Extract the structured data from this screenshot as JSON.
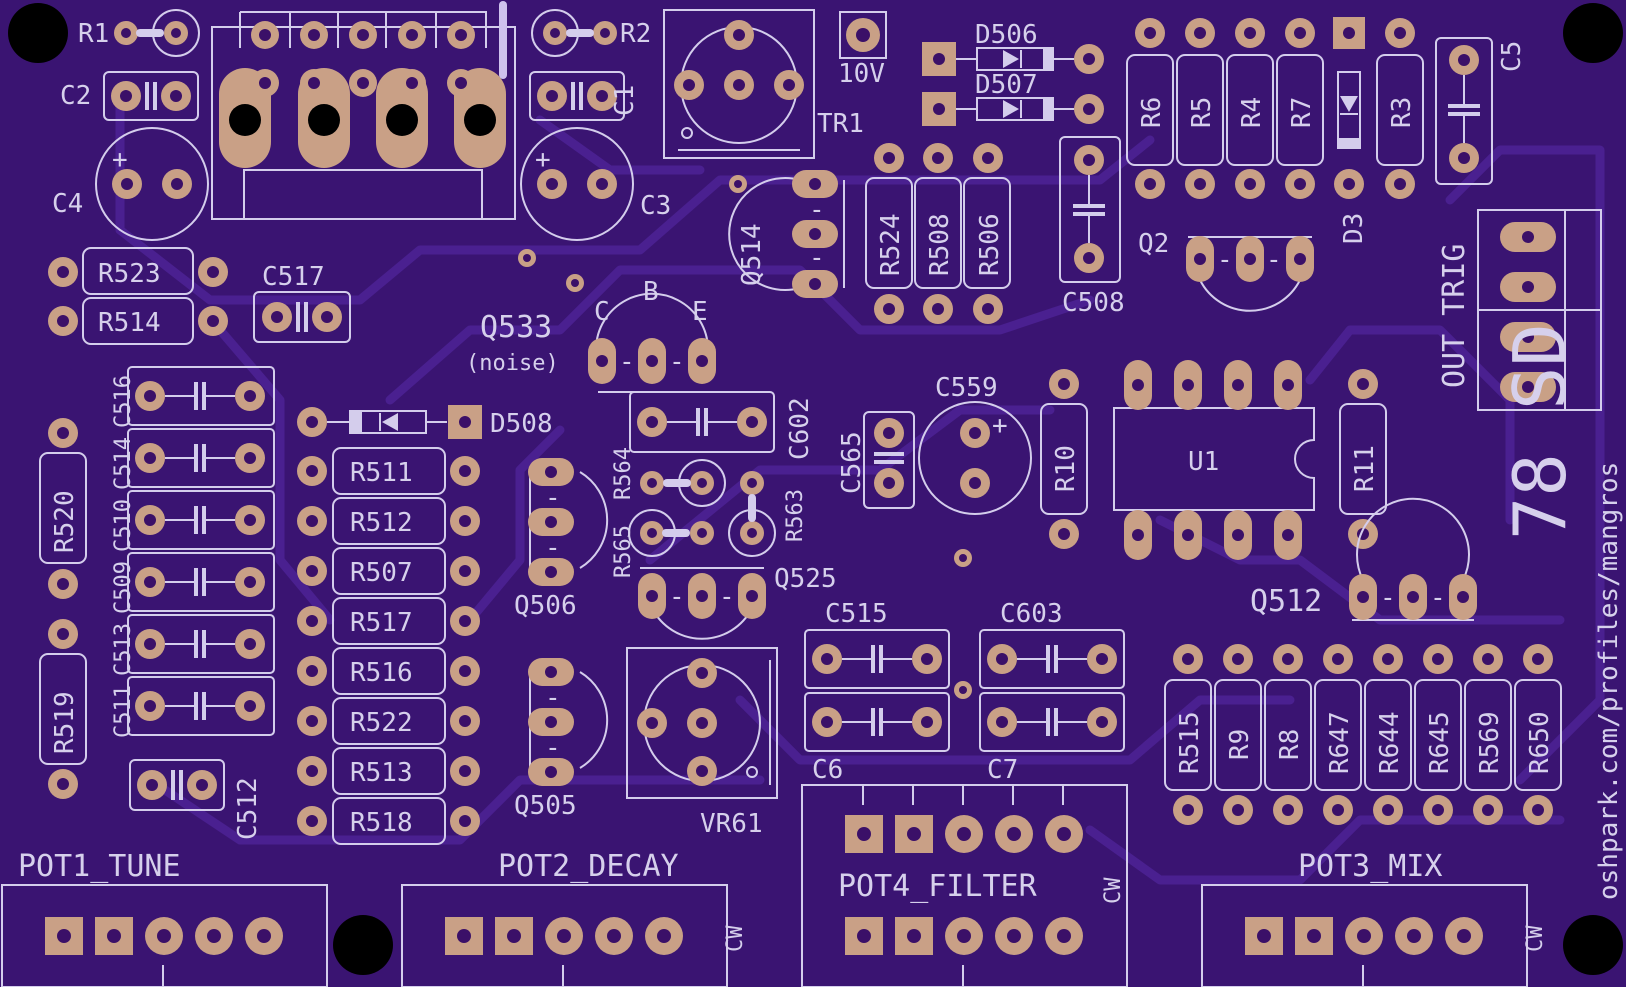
{
  "board": {
    "background": "#3a1472",
    "silkscreen_color": "#d4cdec",
    "pad_color": "#c9a086"
  },
  "labels": {
    "r1": "R1",
    "r2": "R2",
    "c2": "C2",
    "c1": "C1",
    "c4": "C4",
    "c3": "C3",
    "tr1": "TR1",
    "v10": "10V",
    "d506": "D506",
    "d507": "D507",
    "r6": "R6",
    "r5": "R5",
    "r4": "R4",
    "r7": "R7",
    "r3": "R3",
    "d3": "D3",
    "c5": "C5",
    "r523": "R523",
    "r514": "R514",
    "c517": "C517",
    "q514": "Q514",
    "r524": "R524",
    "r508": "R508",
    "r506": "R506",
    "c508": "C508",
    "q2": "Q2",
    "out_trig": "OUT TRIG",
    "q533": "Q533",
    "noise": "(noise)",
    "pin_c": "C",
    "pin_b": "B",
    "pin_e": "E",
    "c516": "C516",
    "c514": "C514",
    "c510": "C510",
    "c509": "C509",
    "c513": "C513",
    "c511": "C511",
    "r520": "R520",
    "r519": "R519",
    "c512": "C512",
    "d508": "D508",
    "c602": "C602",
    "r564": "R564",
    "r563": "R563",
    "r565": "R565",
    "r511": "R511",
    "r512": "R512",
    "r507": "R507",
    "r517": "R517",
    "r516": "R516",
    "r522": "R522",
    "r513": "R513",
    "r518": "R518",
    "q506": "Q506",
    "q505": "Q505",
    "q525": "Q525",
    "vr61": "VR61",
    "c565": "C565",
    "c559": "C559",
    "r10": "R10",
    "u1": "U1",
    "r11": "R11",
    "q512": "Q512",
    "c515": "C515",
    "c603": "C603",
    "c6": "C6",
    "c7": "C7",
    "r515": "R515",
    "r9": "R9",
    "r8": "R8",
    "r647": "R647",
    "r644": "R644",
    "r645": "R645",
    "r569": "R569",
    "r650": "R650",
    "pot1": "POT1_TUNE",
    "pot2": "POT2_DECAY",
    "pot4": "POT4_FILTER",
    "pot3": "POT3_MIX",
    "cw": "CW",
    "version": "78 SD",
    "url": "oshpark.com/profiles/mangros",
    "plus": "+",
    "minus": "-"
  }
}
